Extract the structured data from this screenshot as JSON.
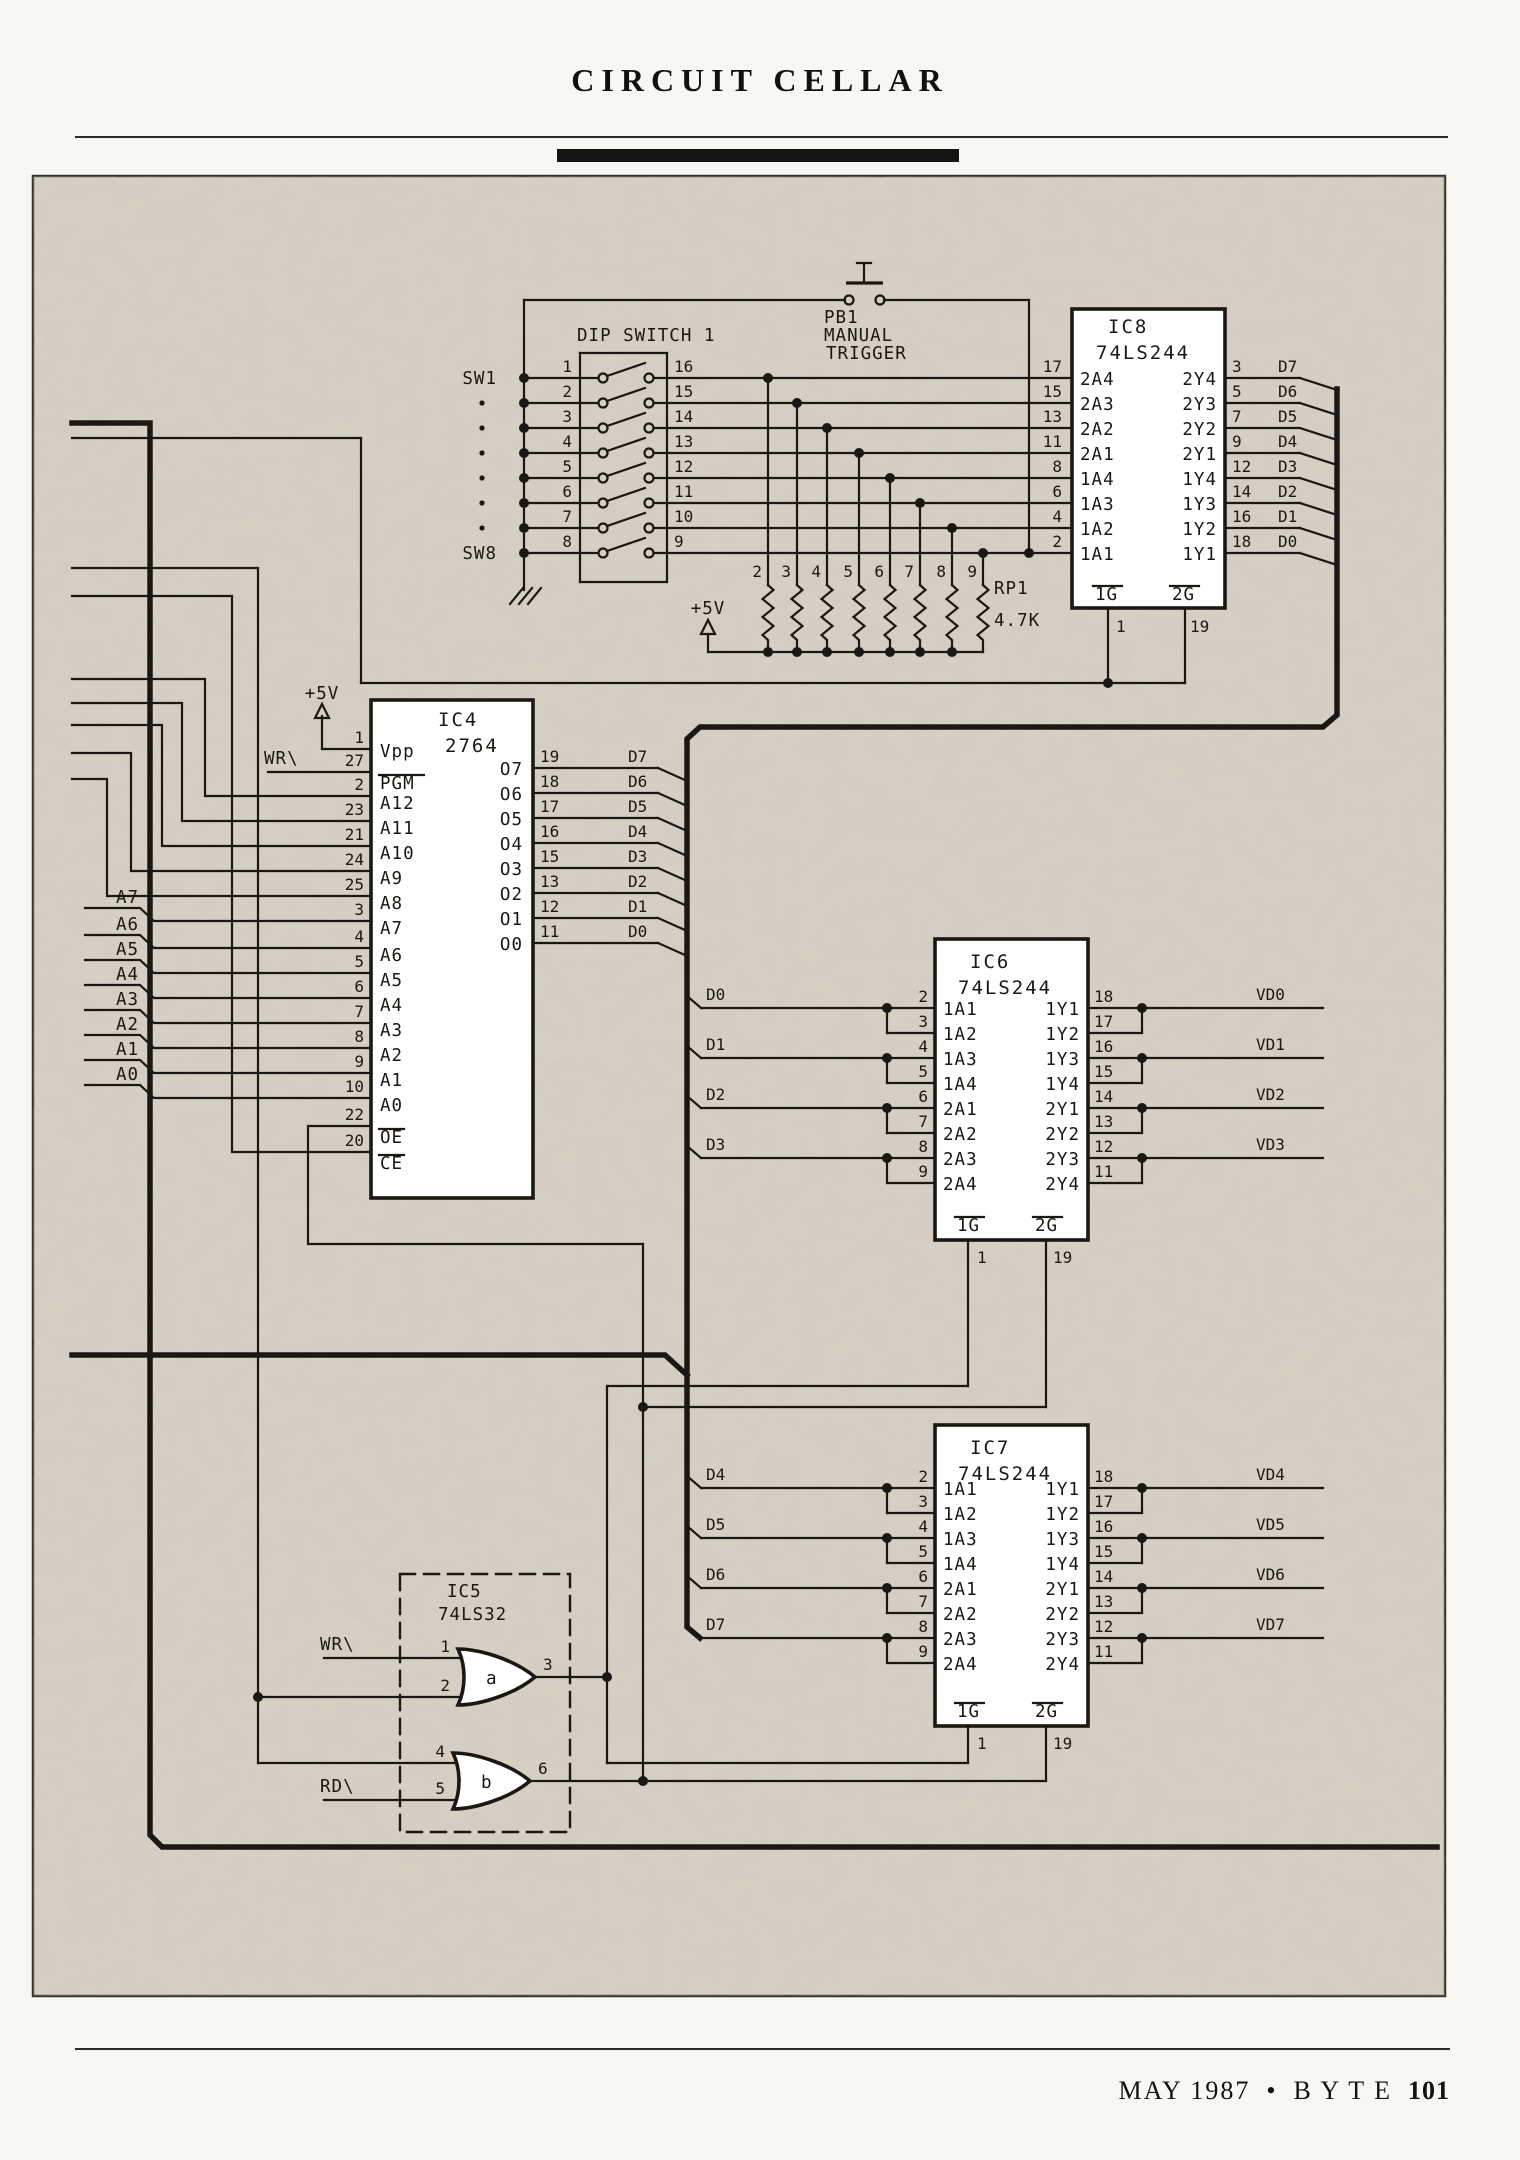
{
  "header": {
    "title": "CIRCUIT CELLAR"
  },
  "footer": {
    "issue": "MAY 1987",
    "sep": "•",
    "magazine": "B Y T E",
    "page": "101"
  },
  "schematic": {
    "dip": {
      "label": "DIP SWITCH 1",
      "first": "SW1",
      "last": "SW8",
      "left": [
        "1",
        "2",
        "3",
        "4",
        "5",
        "6",
        "7",
        "8"
      ],
      "right": [
        "16",
        "15",
        "14",
        "13",
        "12",
        "11",
        "10",
        "9"
      ]
    },
    "pb1": {
      "name": "PB1",
      "line2": "MANUAL",
      "line3": "TRIGGER"
    },
    "rp1": {
      "name": "RP1",
      "value": "4.7K",
      "supply": "+5V",
      "pins": [
        "2",
        "3",
        "4",
        "5",
        "6",
        "7",
        "8",
        "9"
      ]
    },
    "ic8": {
      "name": "IC8",
      "part": "74LS244",
      "left": [
        {
          "pin": "17",
          "label": "2A4"
        },
        {
          "pin": "15",
          "label": "2A3"
        },
        {
          "pin": "13",
          "label": "2A2"
        },
        {
          "pin": "11",
          "label": "2A1"
        },
        {
          "pin": "8",
          "label": "1A4"
        },
        {
          "pin": "6",
          "label": "1A3"
        },
        {
          "pin": "4",
          "label": "1A2"
        },
        {
          "pin": "2",
          "label": "1A1"
        }
      ],
      "right": [
        {
          "pin": "3",
          "label": "2Y4",
          "net": "D7"
        },
        {
          "pin": "5",
          "label": "2Y3",
          "net": "D6"
        },
        {
          "pin": "7",
          "label": "2Y2",
          "net": "D5"
        },
        {
          "pin": "9",
          "label": "2Y1",
          "net": "D4"
        },
        {
          "pin": "12",
          "label": "1Y4",
          "net": "D3"
        },
        {
          "pin": "14",
          "label": "1Y3",
          "net": "D2"
        },
        {
          "pin": "16",
          "label": "1Y2",
          "net": "D1"
        },
        {
          "pin": "18",
          "label": "1Y1",
          "net": "D0"
        }
      ],
      "en": [
        {
          "pin": "1",
          "label": "1G"
        },
        {
          "pin": "19",
          "label": "2G"
        }
      ]
    },
    "ic4": {
      "name": "IC4",
      "part": "2764",
      "supply": "+5V",
      "wr": "WR\\",
      "left": [
        {
          "pin": "1",
          "label": "Vpp"
        },
        {
          "pin": "27",
          "label": "PGM"
        },
        {
          "pin": "2",
          "label": "A12"
        },
        {
          "pin": "23",
          "label": "A11"
        },
        {
          "pin": "21",
          "label": "A10"
        },
        {
          "pin": "24",
          "label": "A9"
        },
        {
          "pin": "25",
          "label": "A8"
        },
        {
          "pin": "3",
          "label": "A7"
        },
        {
          "pin": "4",
          "label": "A6"
        },
        {
          "pin": "5",
          "label": "A5"
        },
        {
          "pin": "6",
          "label": "A4"
        },
        {
          "pin": "7",
          "label": "A3"
        },
        {
          "pin": "8",
          "label": "A2"
        },
        {
          "pin": "9",
          "label": "A1"
        },
        {
          "pin": "10",
          "label": "A0"
        },
        {
          "pin": "22",
          "label": "OE"
        },
        {
          "pin": "20",
          "label": "CE"
        }
      ],
      "right": [
        {
          "pin": "19",
          "label": "O7",
          "net": "D7"
        },
        {
          "pin": "18",
          "label": "O6",
          "net": "D6"
        },
        {
          "pin": "17",
          "label": "O5",
          "net": "D5"
        },
        {
          "pin": "16",
          "label": "O4",
          "net": "D4"
        },
        {
          "pin": "15",
          "label": "O3",
          "net": "D3"
        },
        {
          "pin": "13",
          "label": "O2",
          "net": "D2"
        },
        {
          "pin": "12",
          "label": "O1",
          "net": "D1"
        },
        {
          "pin": "11",
          "label": "O0",
          "net": "D0"
        }
      ]
    },
    "ic6": {
      "name": "IC6",
      "part": "74LS244",
      "inputs": [
        "D0",
        "D1",
        "D2",
        "D3"
      ],
      "outputs": [
        "VD0",
        "VD1",
        "VD2",
        "VD3"
      ],
      "left": [
        {
          "pin": "2",
          "label": "1A1"
        },
        {
          "pin": "3",
          "label": "1A2"
        },
        {
          "pin": "4",
          "label": "1A3"
        },
        {
          "pin": "5",
          "label": "1A4"
        },
        {
          "pin": "6",
          "label": "2A1"
        },
        {
          "pin": "7",
          "label": "2A2"
        },
        {
          "pin": "8",
          "label": "2A3"
        },
        {
          "pin": "9",
          "label": "2A4"
        }
      ],
      "right": [
        {
          "pin": "18",
          "label": "1Y1"
        },
        {
          "pin": "17",
          "label": "1Y2"
        },
        {
          "pin": "16",
          "label": "1Y3"
        },
        {
          "pin": "15",
          "label": "1Y4"
        },
        {
          "pin": "14",
          "label": "2Y1"
        },
        {
          "pin": "13",
          "label": "2Y2"
        },
        {
          "pin": "12",
          "label": "2Y3"
        },
        {
          "pin": "11",
          "label": "2Y4"
        }
      ],
      "en": [
        {
          "pin": "1",
          "label": "1G"
        },
        {
          "pin": "19",
          "label": "2G"
        }
      ]
    },
    "ic7": {
      "name": "IC7",
      "part": "74LS244",
      "inputs": [
        "D4",
        "D5",
        "D6",
        "D7"
      ],
      "outputs": [
        "VD4",
        "VD5",
        "VD6",
        "VD7"
      ],
      "left": [
        {
          "pin": "2",
          "label": "1A1"
        },
        {
          "pin": "3",
          "label": "1A2"
        },
        {
          "pin": "4",
          "label": "1A3"
        },
        {
          "pin": "5",
          "label": "1A4"
        },
        {
          "pin": "6",
          "label": "2A1"
        },
        {
          "pin": "7",
          "label": "2A2"
        },
        {
          "pin": "8",
          "label": "2A3"
        },
        {
          "pin": "9",
          "label": "2A4"
        }
      ],
      "right": [
        {
          "pin": "18",
          "label": "1Y1"
        },
        {
          "pin": "17",
          "label": "1Y2"
        },
        {
          "pin": "16",
          "label": "1Y3"
        },
        {
          "pin": "15",
          "label": "1Y4"
        },
        {
          "pin": "14",
          "label": "2Y1"
        },
        {
          "pin": "13",
          "label": "2Y2"
        },
        {
          "pin": "12",
          "label": "2Y3"
        },
        {
          "pin": "11",
          "label": "2Y4"
        }
      ],
      "en": [
        {
          "pin": "1",
          "label": "1G"
        },
        {
          "pin": "19",
          "label": "2G"
        }
      ]
    },
    "ic5": {
      "name": "IC5",
      "part": "74LS32",
      "wr": "WR\\",
      "rd": "RD\\",
      "a": {
        "name": "a",
        "in1": "1",
        "in2": "2",
        "out": "3"
      },
      "b": {
        "name": "b",
        "in1": "4",
        "in2": "5",
        "out": "6"
      }
    },
    "abus": [
      "A7",
      "A6",
      "A5",
      "A4",
      "A3",
      "A2",
      "A1",
      "A0"
    ]
  }
}
